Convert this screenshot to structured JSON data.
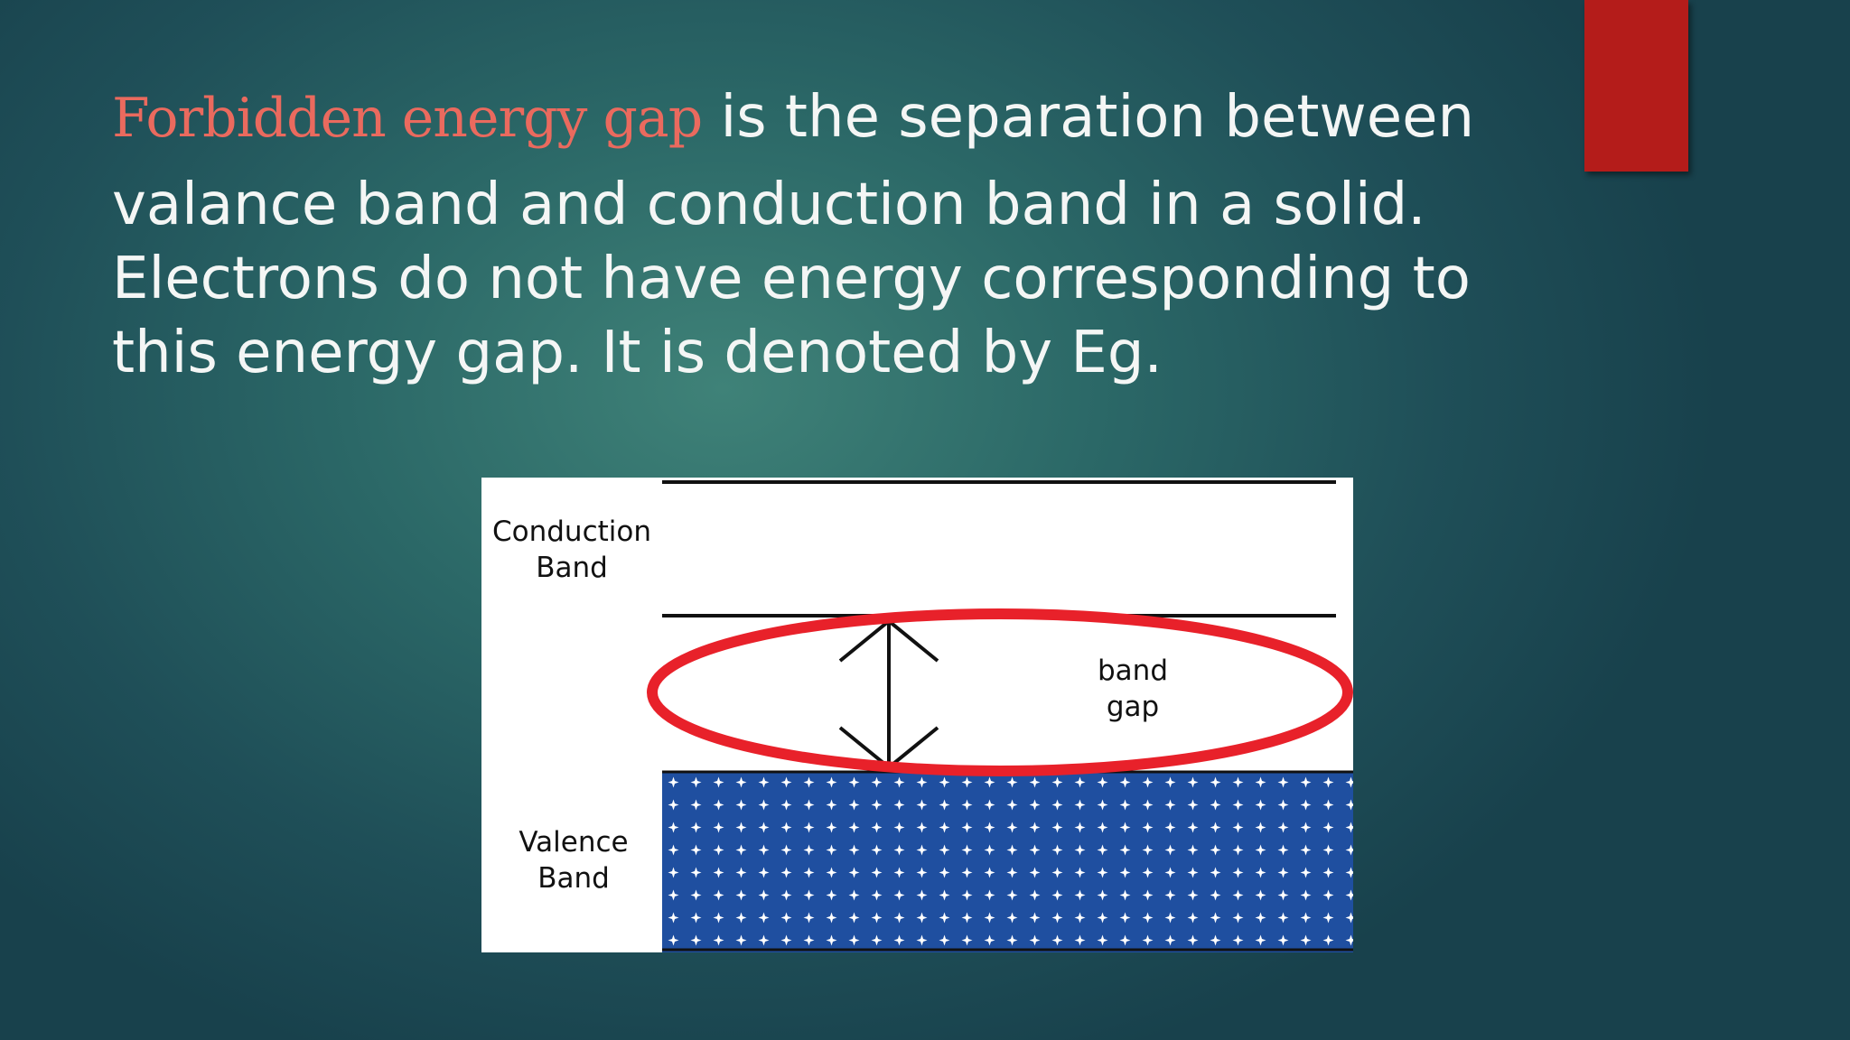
{
  "slide": {
    "highlight": "Forbidden energy gap",
    "line1_rest": " is the separation between",
    "rest": "valance band and conduction band in a solid. Electrons do not have energy corresponding to this energy gap. It is denoted by Eg."
  },
  "diagram": {
    "conduction_label_1": "Conduction",
    "conduction_label_2": "Band",
    "gap_label_1": "band",
    "gap_label_2": "gap",
    "valence_label_1": "Valence",
    "valence_label_2": "Band"
  },
  "colors": {
    "accent": "#b41c1a",
    "highlight_text": "#ea6a5e",
    "body_text": "#f4f6f5",
    "ellipse": "#e8212a",
    "valence_fill": "#1f4fa0"
  }
}
